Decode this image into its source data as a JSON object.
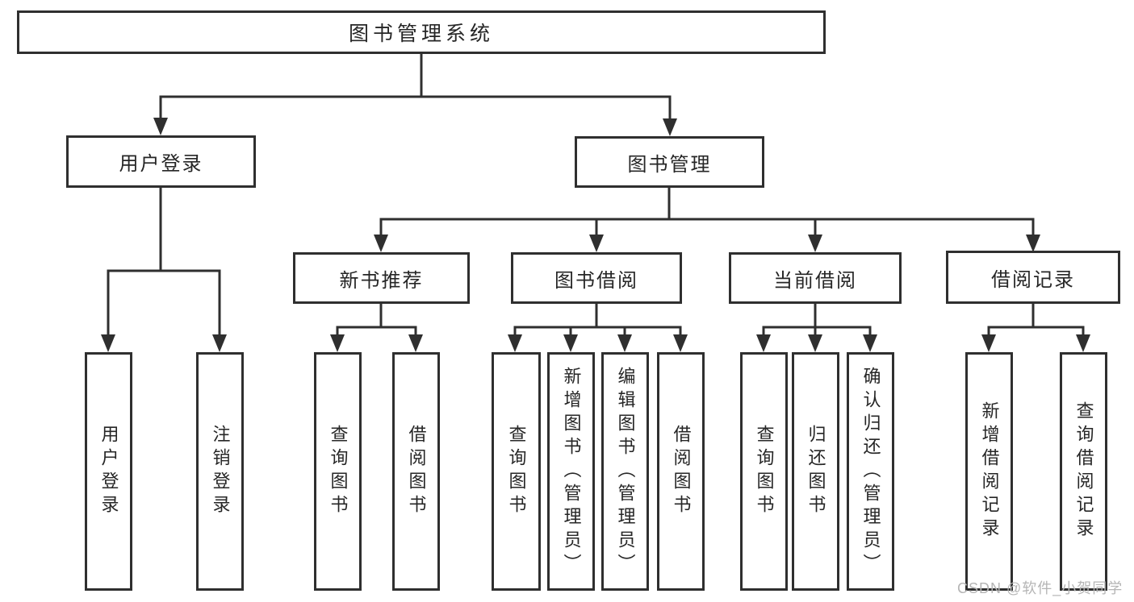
{
  "diagram": {
    "type": "tree",
    "root": {
      "label": "图书管理系统",
      "children": [
        {
          "label": "用户登录",
          "children": [
            {
              "label": "用户登录"
            },
            {
              "label": "注销登录"
            }
          ]
        },
        {
          "label": "图书管理",
          "children": [
            {
              "label": "新书推荐",
              "children": [
                {
                  "label": "查询图书"
                },
                {
                  "label": "借阅图书"
                }
              ]
            },
            {
              "label": "图书借阅",
              "children": [
                {
                  "label": "查询图书"
                },
                {
                  "label": "新增图书（管理员）"
                },
                {
                  "label": "编辑图书（管理员）"
                },
                {
                  "label": "借阅图书"
                }
              ]
            },
            {
              "label": "当前借阅",
              "children": [
                {
                  "label": "查询图书"
                },
                {
                  "label": "归还图书"
                },
                {
                  "label": "确认归还（管理员）"
                }
              ]
            },
            {
              "label": "借阅记录",
              "children": [
                {
                  "label": "新增借阅记录"
                },
                {
                  "label": "查询借阅记录"
                }
              ]
            }
          ]
        }
      ]
    },
    "watermark": "CSDN @软件_小贺同学",
    "colors": {
      "line": "#2f2f2f",
      "box_border": "#2f2f2f",
      "text": "#262626",
      "watermark": "#b5b5b5",
      "background": "#ffffff"
    }
  }
}
